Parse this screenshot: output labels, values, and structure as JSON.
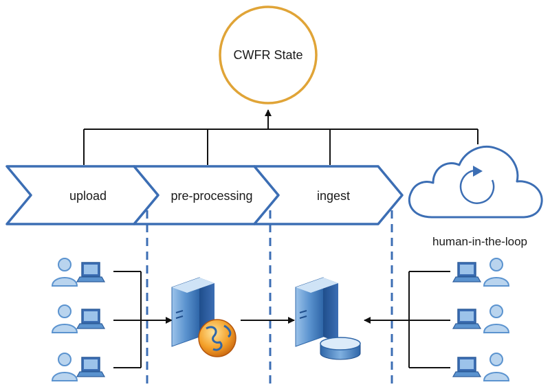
{
  "state_node": {
    "label": "CWFR State"
  },
  "stages": [
    {
      "label": "upload"
    },
    {
      "label": "pre-processing"
    },
    {
      "label": "ingest"
    }
  ],
  "cloud": {
    "label": "human-in-the-loop"
  },
  "colors": {
    "circle_stroke": "#E0A437",
    "chevron_stroke": "#3C6EB4",
    "dashed_line": "#3C6EB4",
    "icon_blue": "#5B93CF",
    "icon_light": "#B9D4EE",
    "connector": "#111111"
  }
}
